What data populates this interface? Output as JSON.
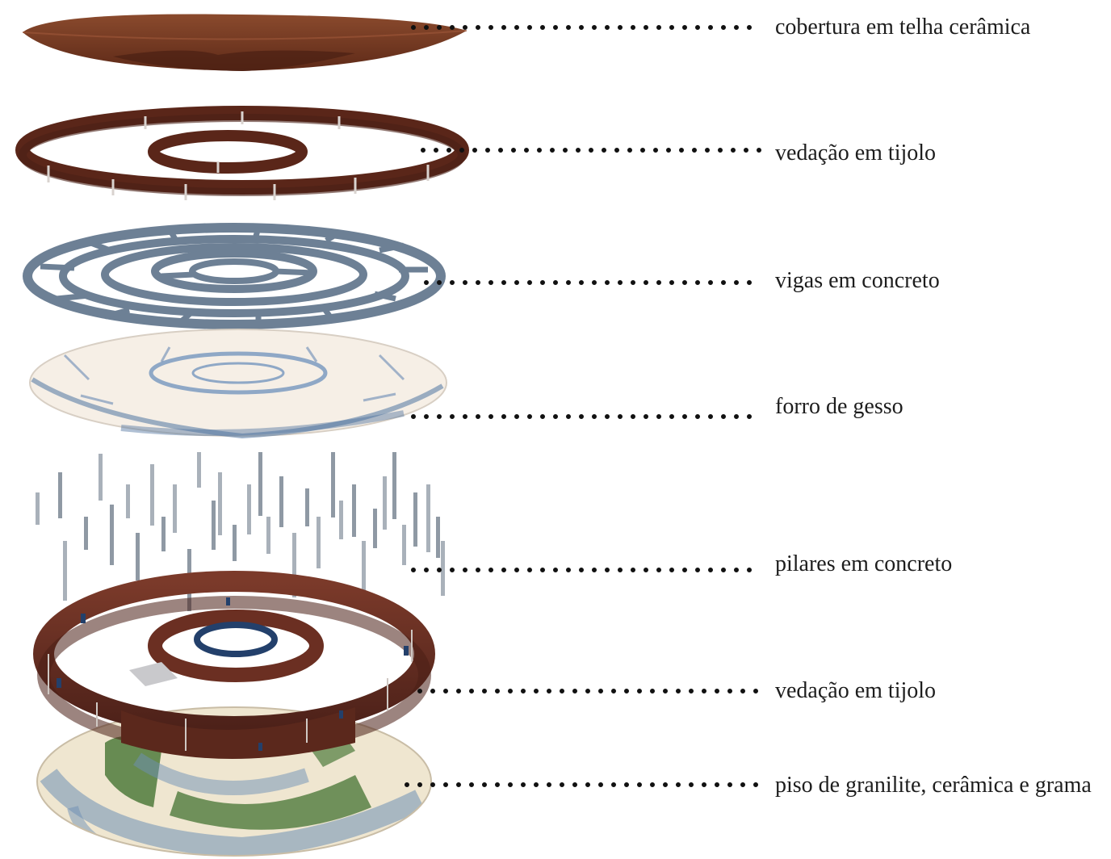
{
  "layers": [
    {
      "id": "roof",
      "label": "cobertura em telha cerâmica",
      "color": "#7a3b24"
    },
    {
      "id": "upper-walls",
      "label": "vedação em tijolo",
      "color": "#6b2f22"
    },
    {
      "id": "beams",
      "label": "vigas em concreto",
      "color": "#6f8296"
    },
    {
      "id": "ceiling",
      "label": "forro de gesso",
      "color": "#f4ece2"
    },
    {
      "id": "pillars",
      "label": "pilares em concreto",
      "color": "#9aa3ad"
    },
    {
      "id": "lower-walls",
      "label": "vedação em tijolo",
      "color": "#6b2f22"
    },
    {
      "id": "floor",
      "label": "piso de granilite, cerâmica e grama",
      "color": "#efe6d0"
    }
  ],
  "accents": {
    "grass": "#4f7a3c",
    "shadow": "#6e8fb5",
    "window": "#23406b",
    "leader": "#111111"
  }
}
